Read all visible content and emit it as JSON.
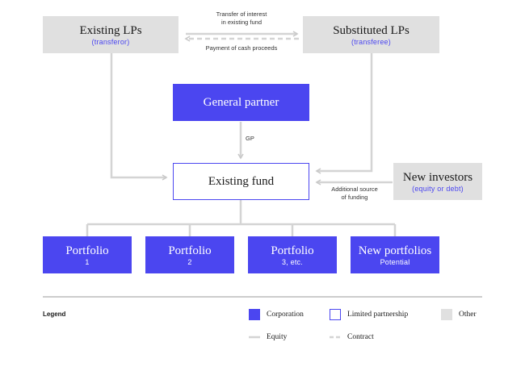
{
  "nodes": {
    "existing_lps": {
      "title": "Existing LPs",
      "sub": "(transferor)"
    },
    "substituted_lps": {
      "title": "Substituted LPs",
      "sub": "(transferee)"
    },
    "general_partner": {
      "title": "General partner"
    },
    "existing_fund": {
      "title": "Existing fund"
    },
    "new_investors": {
      "title": "New investors",
      "sub": "(equity or debt)"
    },
    "portfolios": [
      {
        "title": "Portfolio",
        "sub": "1"
      },
      {
        "title": "Portfolio",
        "sub": "2"
      },
      {
        "title": "Portfolio",
        "sub": "3, etc."
      },
      {
        "title": "New portfolios",
        "sub": "Potential"
      }
    ]
  },
  "labels": {
    "transfer_line1": "Transfer of interest",
    "transfer_line2": "in existing fund",
    "payment": "Payment of cash proceeds",
    "gp": "GP",
    "funding_line1": "Additional source",
    "funding_line2": "of funding"
  },
  "legend": {
    "title": "Legend",
    "corporation": "Corporation",
    "limited_partnership": "Limited partnership",
    "other": "Other",
    "equity": "Equity",
    "contract": "Contract"
  },
  "colors": {
    "corporation": "#4b46f0",
    "other": "#e0e0e0",
    "line": "#d4d4d4"
  }
}
